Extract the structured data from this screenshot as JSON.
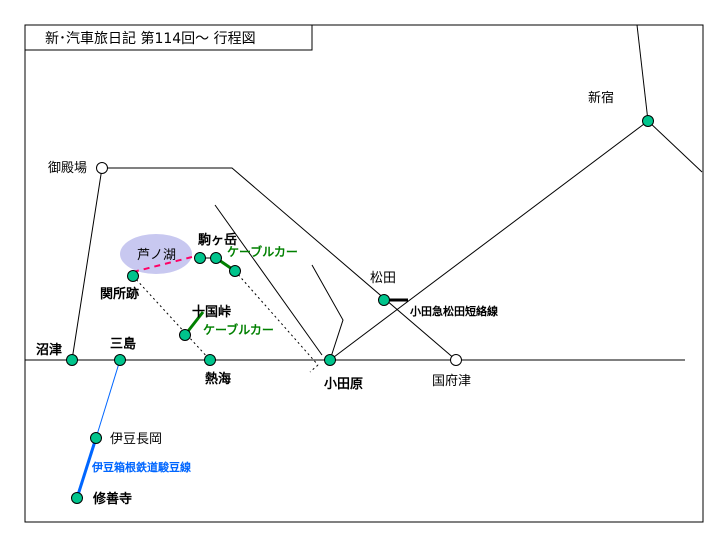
{
  "title": "新･汽車旅日記  第114回～  行程図",
  "colors": {
    "station": "#00c48c",
    "cable": "#008000",
    "izu": "#0066ff",
    "lake": "#c8c8f0",
    "boat": "#ff0066"
  },
  "stations": {
    "shinjuku": "新宿",
    "gotemba": "御殿場",
    "matsuda": "松田",
    "odawara": "小田原",
    "kozu": "国府津",
    "numazu": "沼津",
    "mishima": "三島",
    "atami": "熱海",
    "izunagaoka": "伊豆長岡",
    "shuzenji": "修善寺",
    "sekishoato": "関所跡",
    "komagatake": "駒ヶ岳",
    "jikkokutoge": "十国峠",
    "ashinoko": "芦ノ湖"
  },
  "lines": {
    "cable1": "ケーブルカー",
    "cable2": "ケーブルカー",
    "odakyu": "小田急松田短絡線",
    "izuhakone": "伊豆箱根鉄道駿豆線"
  }
}
